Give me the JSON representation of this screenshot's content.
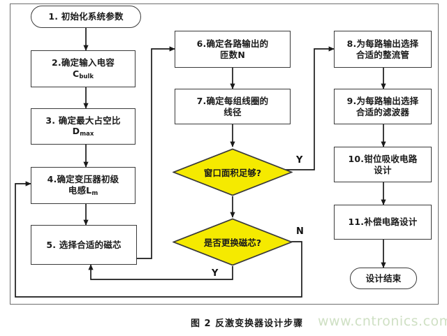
{
  "figure": {
    "caption": "图 2  反激变换器设计步骤",
    "watermark": "www.cntronics.com",
    "colors": {
      "decision_fill": "#F5EA00",
      "node_stroke": "#3A3A3A",
      "node_fill": "#FFFFFF",
      "watermark": "#CFE0C4"
    }
  },
  "nodes": {
    "start": {
      "type": "terminator",
      "label": "1. 初始化系统参数"
    },
    "n2": {
      "type": "process",
      "line1": "2.确定输入电容",
      "line2_base": "C",
      "line2_sub": "bulk"
    },
    "n3": {
      "type": "process",
      "line1": "3. 确定最大占空比",
      "line2_base": "D",
      "line2_sub": "max"
    },
    "n4": {
      "type": "process",
      "line1": "4.确定变压器初级",
      "line2_base": "电感L",
      "line2_sub": "m"
    },
    "n5": {
      "type": "process",
      "line1": "5. 选择合适的磁芯"
    },
    "n6": {
      "type": "process",
      "line1": "6.确定各路输出的",
      "line2": "匝数N"
    },
    "n7": {
      "type": "process",
      "line1": "7.确定每组线圈的",
      "line2": "线径"
    },
    "d1": {
      "type": "decision",
      "label": "窗口面积足够?"
    },
    "d2": {
      "type": "decision",
      "label": "是否更换磁芯?"
    },
    "n8": {
      "type": "process",
      "line1": "8.为每路输出选择",
      "line2": "合适的整流管"
    },
    "n9": {
      "type": "process",
      "line1": "9.为每路输出选择",
      "line2": "合适的滤波器"
    },
    "n10": {
      "type": "process",
      "line1": "10.钳位吸收电路",
      "line2": "设计"
    },
    "n11": {
      "type": "process",
      "line1": "11.补偿电路设计"
    },
    "end": {
      "type": "terminator",
      "label": "设计结束"
    }
  },
  "branch_labels": {
    "d1_yes": "Y",
    "d2_no": "N",
    "d2_yes": "Y"
  }
}
